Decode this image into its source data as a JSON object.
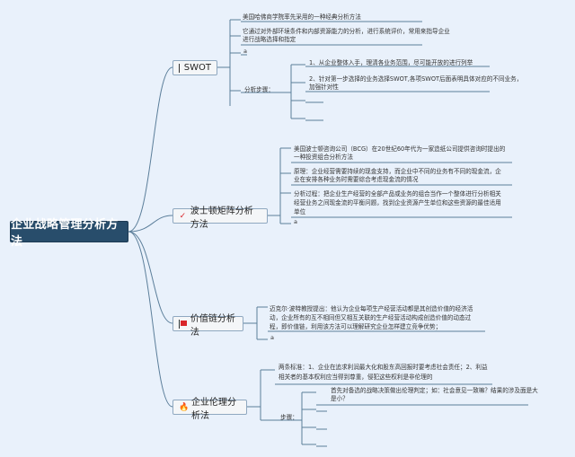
{
  "root": "企业战略管理分析方法",
  "colors": {
    "root_bg": "#284d6b",
    "line": "#5b7e9a",
    "background": "#e9f1fb",
    "flag": "#d9262a"
  },
  "branches": [
    {
      "title": "SWOT",
      "icon": "red-flag-icon",
      "notes": [
        "美国哈佛商学院率先采用的一种经典分析方法",
        "它通过对外部环境条件和内部资源能力的分析，进行系统评价，常用来指导企业",
        "进行战略选择和指定",
        "a"
      ],
      "steps_label": "分析步骤：",
      "steps": [
        "1、从企业整体入手，理清各业务范围，尽可能开放的进行列举",
        "2、针对第一步选择的业务选择SWOT,各项SWOT后面表明具体对应的不同业务，",
        "加强针对性"
      ]
    },
    {
      "title": "波士顿矩阵分析方法",
      "icon": "check-mark-icon",
      "notes": [
        "美国波士顿咨询公司（BCG）在20世纪60年代为一家造纸公司提供咨询时提出的",
        "一种投资组合分析方法",
        "原理：企业经营需要持续的现金支持，而企业中不同的业务有不同的现金流，企",
        "业在安排各种业务时需要综合考虑现金流的情况",
        "分析过程：把企业生产经营的全部产品或业务的组合当作一个整体进行分析相关",
        "经营业务之间现金流的平衡问题，找到企业资源产生单位和这些资源的最佳适用",
        "单位",
        "a"
      ]
    },
    {
      "title": "价值链分析法",
      "icon": "red-flag-icon",
      "notes": [
        "迈克尔·波特教授提出：他认为企业每项生产经营活动都是其创造价值的经济活",
        "动，企业所有的互不相同但又相互关联的生产经营活动构成创造价值的动态过",
        "程，即价值链，利用该方法可以理解研究企业怎样建立竞争优势；",
        "a"
      ]
    },
    {
      "title": "企业伦理分析法",
      "icon": "fire-icon",
      "notes": [
        "两条标准：1、企业在追求利润最大化和股东高回报时要考虑社会责任；2、利益",
        "相关者的基本权利应当得到尊重，侵犯这些权利是非伦理的"
      ],
      "steps_label": "步骤：",
      "steps": [
        "首先对备选的战略决策做出伦理判定；如：社会意见一致嘛？结果的涉及面是大",
        "是小？"
      ]
    }
  ]
}
